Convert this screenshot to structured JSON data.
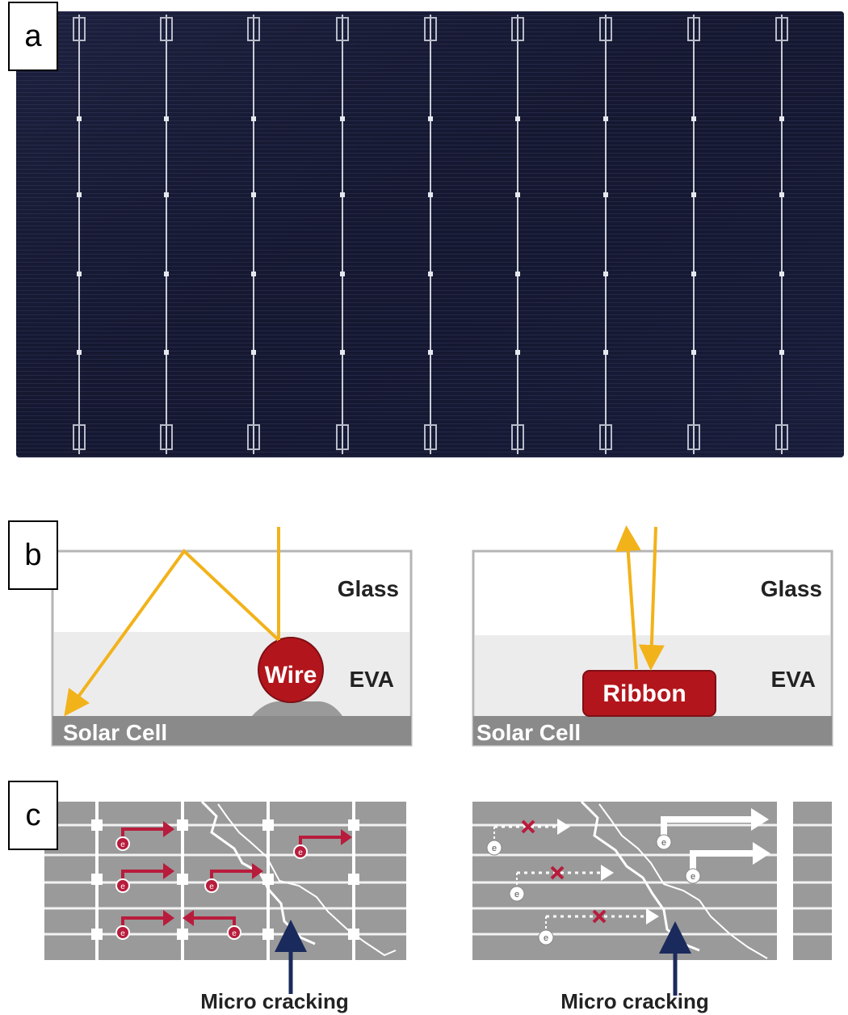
{
  "panels": {
    "a": {
      "label": "a"
    },
    "b": {
      "label": "b",
      "left": {
        "glass": "Glass",
        "eva": "EVA",
        "cell": "Solar Cell",
        "conductor": "Wire"
      },
      "right": {
        "glass": "Glass",
        "eva": "EVA",
        "cell": "Solar Cell",
        "conductor": "Ribbon"
      }
    },
    "c": {
      "label": "c",
      "left": {
        "caption": "Micro cracking",
        "carrier_symbol": "e"
      },
      "right": {
        "caption": "Micro cracking",
        "carrier_symbol": "e"
      }
    }
  },
  "colors": {
    "cell_dark": "#14162e",
    "ray": "#f2b21a",
    "conductor_red": "#b3151c",
    "carrier_red": "#b81c3c",
    "cell_gray": "#8a8a8a",
    "eva_gray": "#ececec",
    "arrow_navy": "#1b2a5c"
  }
}
